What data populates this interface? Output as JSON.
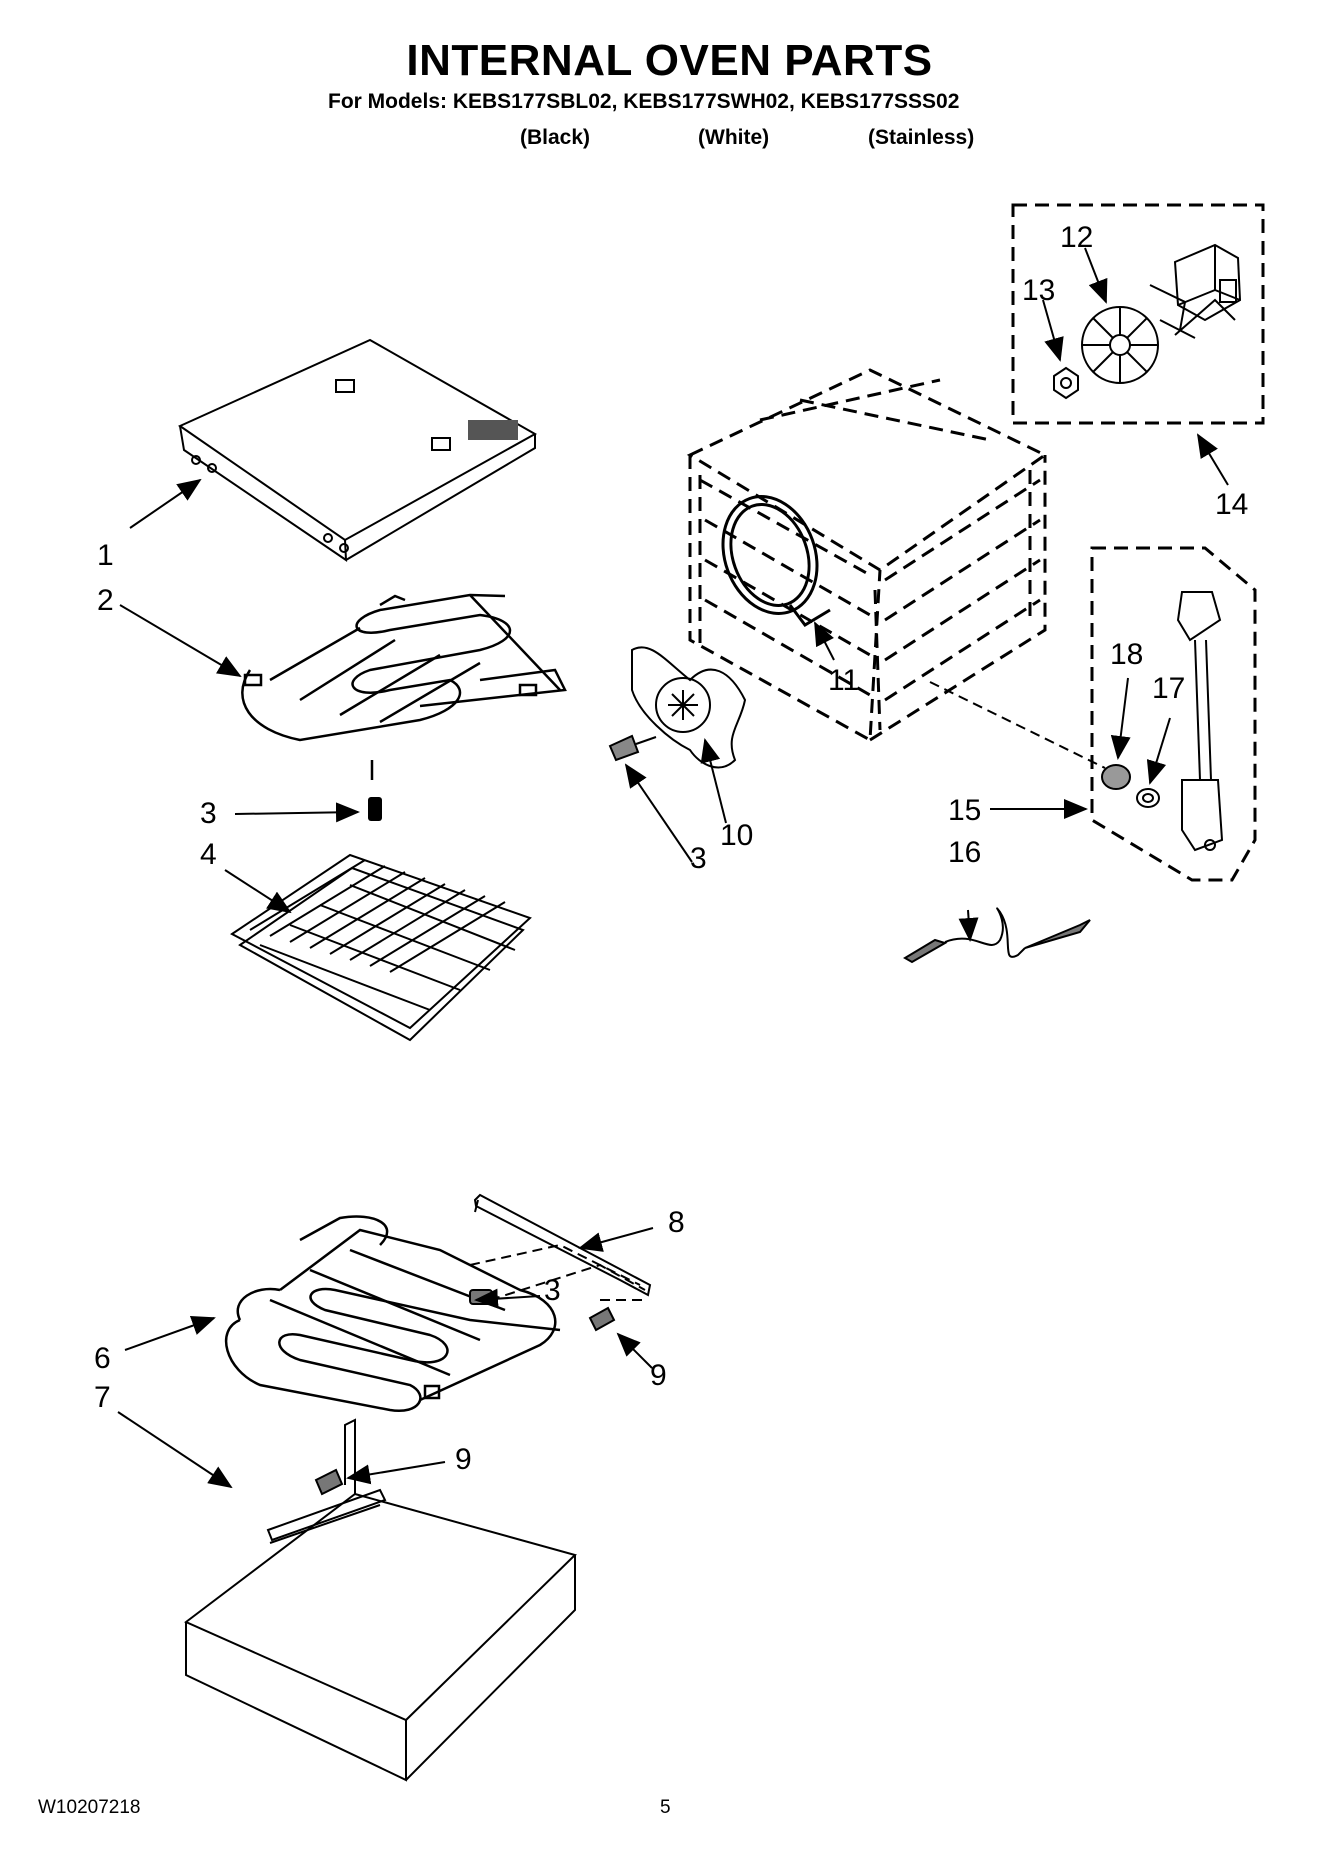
{
  "header": {
    "title": "INTERNAL OVEN PARTS",
    "models_line": "For Models: KEBS177SBL02, KEBS177SWH02, KEBS177SSS02",
    "variants": [
      "(Black)",
      "(White)",
      "(Stainless)"
    ]
  },
  "callouts": [
    "1",
    "2",
    "3",
    "4",
    "3",
    "10",
    "11",
    "12",
    "13",
    "14",
    "15",
    "16",
    "17",
    "18",
    "8",
    "3",
    "6",
    "7",
    "9",
    "9"
  ],
  "footer": {
    "doc_number": "W10207218",
    "page_number": "5"
  }
}
